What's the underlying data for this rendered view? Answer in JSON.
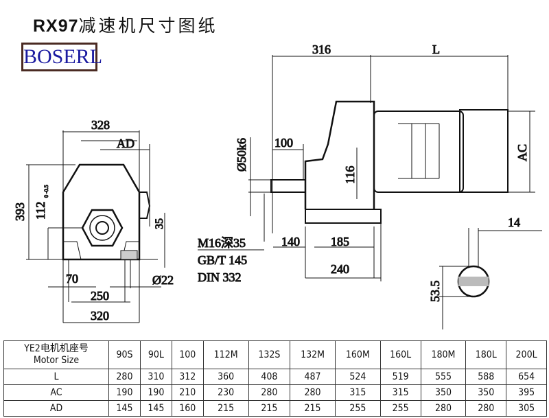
{
  "title": {
    "model": "RX97",
    "text": "减速机尺寸图纸"
  },
  "logo": "BOSERL",
  "front_view": {
    "width_top": "328",
    "ad": "AD",
    "height": "393",
    "shaft_height": "112",
    "shaft_tol": "0 -0.5",
    "foot_h": "35",
    "foot_w": "70",
    "hole": "Ø22",
    "hole_span": "250",
    "base": "320"
  },
  "side_view": {
    "len_316": "316",
    "L": "L",
    "AC": "AC",
    "shaft_dia": "Ø50k6",
    "shaft_len": "100",
    "h116": "116",
    "d140": "140",
    "d185": "185",
    "d240": "240",
    "thread": "M16深35",
    "std1": "GB/T 145",
    "std2": "DIN 332"
  },
  "key_detail": {
    "key_w": "14",
    "key_h": "53.5"
  },
  "table": {
    "header_cn": "YE2电机机座号",
    "header_en": "Motor Size",
    "sizes": [
      "90S",
      "90L",
      "100",
      "112M",
      "132S",
      "132M",
      "160M",
      "160L",
      "180M",
      "180L",
      "200L"
    ],
    "rows": [
      {
        "label": "L",
        "values": [
          "280",
          "310",
          "312",
          "360",
          "408",
          "487",
          "524",
          "519",
          "555",
          "588",
          "654"
        ]
      },
      {
        "label": "AC",
        "values": [
          "190",
          "190",
          "210",
          "230",
          "280",
          "280",
          "315",
          "315",
          "350",
          "350",
          "395"
        ]
      },
      {
        "label": "AD",
        "values": [
          "145",
          "145",
          "160",
          "215",
          "215",
          "215",
          "255",
          "255",
          "280",
          "280",
          "305"
        ]
      }
    ]
  }
}
